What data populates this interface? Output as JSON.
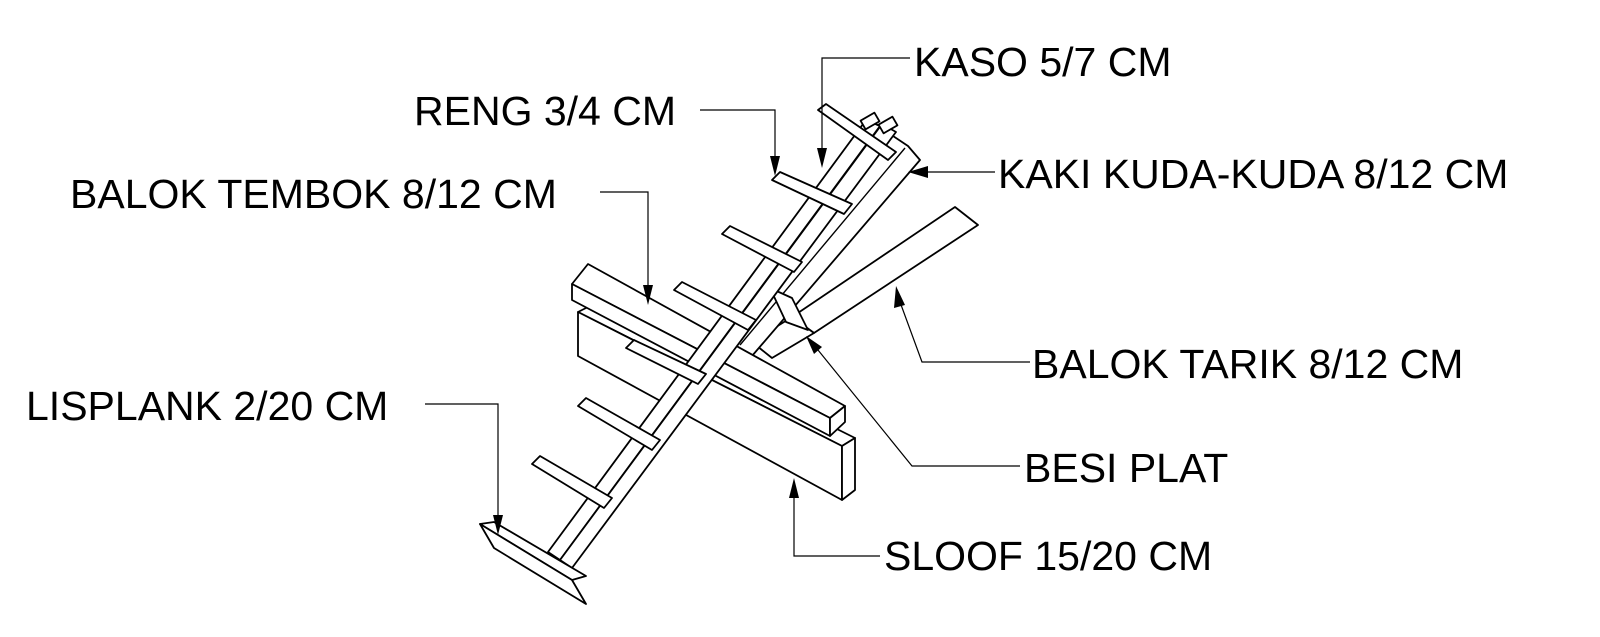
{
  "labels": {
    "kaso": "KASO 5/7 CM",
    "reng": "RENG 3/4 CM",
    "kaki_kuda_kuda": "KAKI KUDA-KUDA 8/12 CM",
    "balok_tembok": "BALOK TEMBOK 8/12 CM",
    "balok_tarik": "BALOK TARIK 8/12 CM",
    "lisplank": "LISPLANK 2/20 CM",
    "besi_plat": "BESI PLAT",
    "sloof": "SLOOF 15/20 CM"
  }
}
